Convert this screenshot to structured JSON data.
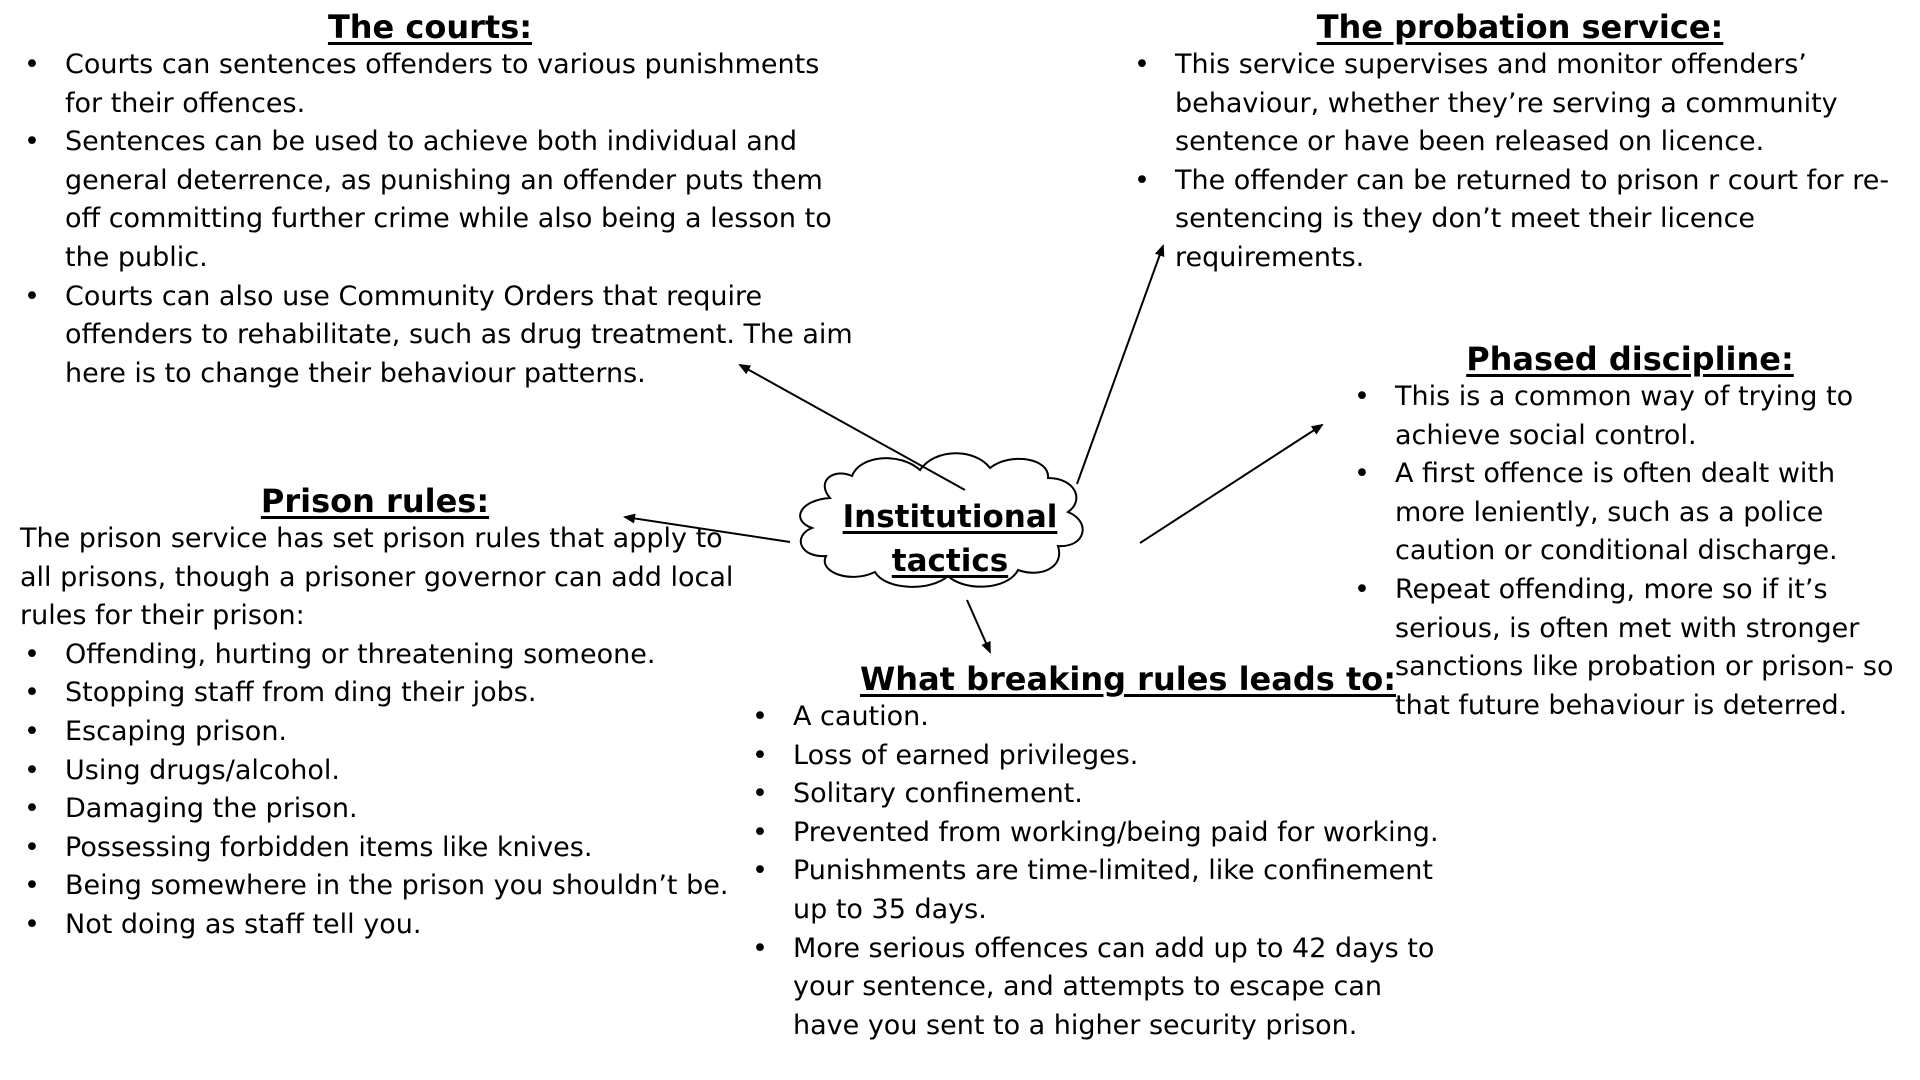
{
  "center": {
    "line1": "Institutional",
    "line2": "tactics"
  },
  "courts": {
    "heading": "The courts:",
    "bullets": [
      "Courts can sentences offenders to various punishments for their offences.",
      "Sentences can be used to achieve both individual and general deterrence, as punishing an offender puts them off committing further crime while also being a lesson to the public.",
      "Courts can also use Community Orders that require offenders to rehabilitate, such as drug treatment. The aim here is to change their behaviour patterns."
    ]
  },
  "probation": {
    "heading": "The probation service:",
    "bullets": [
      "This service supervises and monitor offenders’ behaviour, whether they’re serving a community sentence or have been released on licence.",
      "The offender can be returned to prison r court for re-sentencing is they don’t meet their licence requirements."
    ]
  },
  "phased": {
    "heading": "Phased discipline:",
    "bullets": [
      "This is a common way of trying to achieve social control.",
      "A first offence is often dealt with more leniently, such as a police caution or conditional discharge.",
      "Repeat offending, more so if it’s serious, is often met with stronger sanctions like probation or prison- so that future behaviour is deterred."
    ]
  },
  "prison": {
    "heading": "Prison rules:",
    "intro": "The prison service has set prison rules that apply to all prisons, though a prisoner governor can add local rules for their prison:",
    "bullets": [
      "Offending, hurting or threatening someone.",
      "Stopping staff from ding their jobs.",
      "Escaping prison.",
      "Using drugs/alcohol.",
      "Damaging the prison.",
      "Possessing forbidden items like knives.",
      "Being somewhere in the prison you shouldn’t be.",
      "Not doing as staff tell you."
    ]
  },
  "breaking": {
    "heading": "What breaking rules leads to:",
    "bullets": [
      "A caution.",
      "Loss of earned privileges.",
      "Solitary confinement.",
      "Prevented from working/being paid for working.",
      "Punishments are time-limited,  like confinement up to 35 days.",
      "More serious offences can add up to 42 days to your sentence, and attempts to escape can have you sent to a higher security prison."
    ]
  }
}
